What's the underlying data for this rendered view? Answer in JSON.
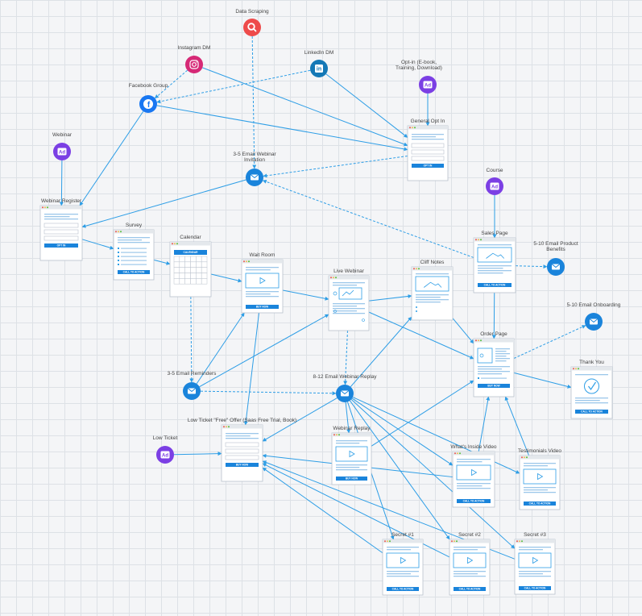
{
  "colors": {
    "edge": "#2e9ee6",
    "node_blue": "#1a84db",
    "ad_purple": "#7b3fe4",
    "search_red": "#ee4b4b",
    "instagram": "#d62976",
    "linkedin": "#1478b6",
    "facebook": "#1877f2",
    "button": "#1a84db"
  },
  "icons": [
    {
      "id": "data-scraping",
      "type": "search",
      "label": "Data Scraping"
    },
    {
      "id": "instagram-dm",
      "type": "instagram",
      "label": "Instagram DM"
    },
    {
      "id": "linkedin-dm",
      "type": "linkedin",
      "label": "LinkedIn DM"
    },
    {
      "id": "optin-ad",
      "type": "ad",
      "label": "Opt-in (E-book, Training, Download)"
    },
    {
      "id": "facebook-group",
      "type": "facebook",
      "label": "Facebook Group"
    },
    {
      "id": "webinar-ad",
      "type": "ad",
      "label": "Webinar"
    },
    {
      "id": "email-invitation",
      "type": "email",
      "label": "3-5 Email Webinar Invitation"
    },
    {
      "id": "course-ad",
      "type": "ad",
      "label": "Course"
    },
    {
      "id": "email-benefits",
      "type": "email",
      "label": "5-10 Email Product Benefits"
    },
    {
      "id": "email-onboarding",
      "type": "email",
      "label": "5-10 Email Onboarding"
    },
    {
      "id": "email-reminders",
      "type": "email",
      "label": "3-5 Email Reminders"
    },
    {
      "id": "email-replay",
      "type": "email",
      "label": "8-12 Email Webinar Replay"
    },
    {
      "id": "low-ticket-ad",
      "type": "ad",
      "label": "Low Ticket"
    }
  ],
  "pages": [
    {
      "id": "general-optin",
      "variant": "form",
      "label": "General Opt In",
      "button": "OPT IN"
    },
    {
      "id": "webinar-register",
      "variant": "form",
      "label": "Webinar Register",
      "button": "OPT IN"
    },
    {
      "id": "survey",
      "variant": "survey",
      "label": "Survey",
      "button": "CALL TO ACTION"
    },
    {
      "id": "calendar",
      "variant": "calendar",
      "label": "Calendar",
      "button": "",
      "header": "CALENDAR"
    },
    {
      "id": "wait-room",
      "variant": "video",
      "label": "Wait Room",
      "button": "BUY NOW"
    },
    {
      "id": "live-webinar",
      "variant": "webinar",
      "label": "Live Webinar",
      "button": ""
    },
    {
      "id": "cliff-notes",
      "variant": "image",
      "label": "Cliff Notes",
      "button": ""
    },
    {
      "id": "sales-page",
      "variant": "image",
      "label": "Sales Page",
      "button": "CALL TO ACTION"
    },
    {
      "id": "order-page",
      "variant": "order",
      "label": "Order Page",
      "button": "BUY NOW"
    },
    {
      "id": "thank-you",
      "variant": "check",
      "label": "Thank You",
      "button": "CALL TO ACTION"
    },
    {
      "id": "low-ticket-offer",
      "variant": "form",
      "label": "Low Ticket \"Free\" Offer (Saas Free Trial, Book)",
      "button": "BUY NOW"
    },
    {
      "id": "webinar-replay",
      "variant": "video",
      "label": "Webinar Replay",
      "button": "BUY NOW"
    },
    {
      "id": "whats-inside",
      "variant": "video",
      "label": "What's Inside Video",
      "button": "CALL TO ACTION"
    },
    {
      "id": "testimonials",
      "variant": "video",
      "label": "Testimonials Video",
      "button": "CALL TO ACTION"
    },
    {
      "id": "secret-1",
      "variant": "video",
      "label": "Secret #1",
      "button": "CALL TO ACTION"
    },
    {
      "id": "secret-2",
      "variant": "video",
      "label": "Secret #2",
      "button": "CALL TO ACTION"
    },
    {
      "id": "secret-3",
      "variant": "video",
      "label": "Secret #3",
      "button": "CALL TO ACTION"
    }
  ],
  "edges": [
    {
      "from": "data-scraping",
      "to": "email-invitation",
      "style": "dashed"
    },
    {
      "from": "instagram-dm",
      "to": "facebook-group",
      "style": "dashed"
    },
    {
      "from": "linkedin-dm",
      "to": "facebook-group",
      "style": "dashed"
    },
    {
      "from": "instagram-dm",
      "to": "general-optin",
      "style": "solid"
    },
    {
      "from": "linkedin-dm",
      "to": "general-optin",
      "style": "solid"
    },
    {
      "from": "facebook-group",
      "to": "general-optin",
      "style": "solid"
    },
    {
      "from": "optin-ad",
      "to": "general-optin",
      "style": "solid"
    },
    {
      "from": "facebook-group",
      "to": "webinar-register",
      "style": "solid"
    },
    {
      "from": "webinar-ad",
      "to": "webinar-register",
      "style": "solid"
    },
    {
      "from": "general-optin",
      "to": "email-invitation",
      "style": "dashed"
    },
    {
      "from": "email-invitation",
      "to": "webinar-register",
      "style": "solid"
    },
    {
      "from": "sales-page",
      "to": "email-invitation",
      "style": "dashed"
    },
    {
      "from": "webinar-register",
      "to": "survey",
      "style": "solid"
    },
    {
      "from": "survey",
      "to": "calendar",
      "style": "solid"
    },
    {
      "from": "calendar",
      "to": "wait-room",
      "style": "solid"
    },
    {
      "from": "calendar",
      "to": "email-reminders",
      "style": "dashed"
    },
    {
      "from": "wait-room",
      "to": "live-webinar",
      "style": "solid"
    },
    {
      "from": "email-reminders",
      "to": "wait-room",
      "style": "solid"
    },
    {
      "from": "email-reminders",
      "to": "live-webinar",
      "style": "solid"
    },
    {
      "from": "email-reminders",
      "to": "email-replay",
      "style": "dashed"
    },
    {
      "from": "live-webinar",
      "to": "email-replay",
      "style": "dashed"
    },
    {
      "from": "live-webinar",
      "to": "cliff-notes",
      "style": "solid"
    },
    {
      "from": "live-webinar",
      "to": "order-page",
      "style": "solid"
    },
    {
      "from": "wait-room",
      "to": "low-ticket-offer",
      "style": "solid"
    },
    {
      "from": "course-ad",
      "to": "sales-page",
      "style": "solid"
    },
    {
      "from": "sales-page",
      "to": "email-benefits",
      "style": "dashed"
    },
    {
      "from": "sales-page",
      "to": "order-page",
      "style": "solid"
    },
    {
      "from": "cliff-notes",
      "to": "order-page",
      "style": "solid"
    },
    {
      "from": "order-page",
      "to": "thank-you",
      "style": "solid"
    },
    {
      "from": "order-page",
      "to": "email-onboarding",
      "style": "dashed"
    },
    {
      "from": "email-replay",
      "to": "cliff-notes",
      "style": "solid"
    },
    {
      "from": "email-replay",
      "to": "low-ticket-offer",
      "style": "solid"
    },
    {
      "from": "email-replay",
      "to": "webinar-replay",
      "style": "solid"
    },
    {
      "from": "email-replay",
      "to": "whats-inside",
      "style": "solid"
    },
    {
      "from": "email-replay",
      "to": "testimonials",
      "style": "solid"
    },
    {
      "from": "email-replay",
      "to": "secret-1",
      "style": "solid"
    },
    {
      "from": "email-replay",
      "to": "secret-2",
      "style": "solid"
    },
    {
      "from": "email-replay",
      "to": "secret-3",
      "style": "solid"
    },
    {
      "from": "low-ticket-ad",
      "to": "low-ticket-offer",
      "style": "solid"
    },
    {
      "from": "webinar-replay",
      "to": "order-page",
      "style": "solid"
    },
    {
      "from": "whats-inside",
      "to": "order-page",
      "style": "solid"
    },
    {
      "from": "testimonials",
      "to": "order-page",
      "style": "solid"
    },
    {
      "from": "whats-inside",
      "to": "low-ticket-offer",
      "style": "solid"
    },
    {
      "from": "secret-1",
      "to": "low-ticket-offer",
      "style": "solid"
    },
    {
      "from": "secret-2",
      "to": "low-ticket-offer",
      "style": "solid"
    },
    {
      "from": "secret-3",
      "to": "low-ticket-offer",
      "style": "solid"
    }
  ]
}
